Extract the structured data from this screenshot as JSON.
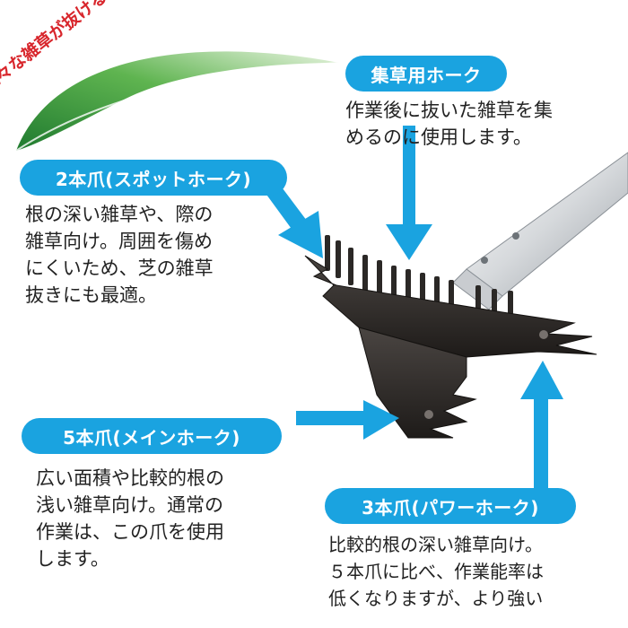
{
  "banner": {
    "text": "様々な雑草が抜ける"
  },
  "collect_rake": {
    "label": "集草用ホーク",
    "lines": [
      "作業後に抜いた雑草を集",
      "めるのに使用します。"
    ]
  },
  "two_prong": {
    "label": "2本爪(スポットホーク)",
    "lines": [
      "根の深い雑草や、際の",
      "雑草向け。周囲を傷め",
      "にくいため、芝の雑草",
      "抜きにも最適。"
    ]
  },
  "five_prong": {
    "label": "5本爪(メインホーク)",
    "lines": [
      "広い面積や比較的根の",
      "浅い雑草向け。通常の",
      "作業は、この爪を使用",
      "します。"
    ]
  },
  "three_prong": {
    "label": "3本爪(パワーホーク)",
    "lines": [
      "比較的根の深い雑草向け。",
      "５本爪に比べ、作業能率は",
      "低くなりますが、より強い"
    ]
  },
  "colors": {
    "accent_blue": "#1aa3e0",
    "banner_red": "#d8262c",
    "leaf_green": "#2f8a3b",
    "tool_dark": "#2b2826",
    "handle_light": "#e6e8ea"
  }
}
